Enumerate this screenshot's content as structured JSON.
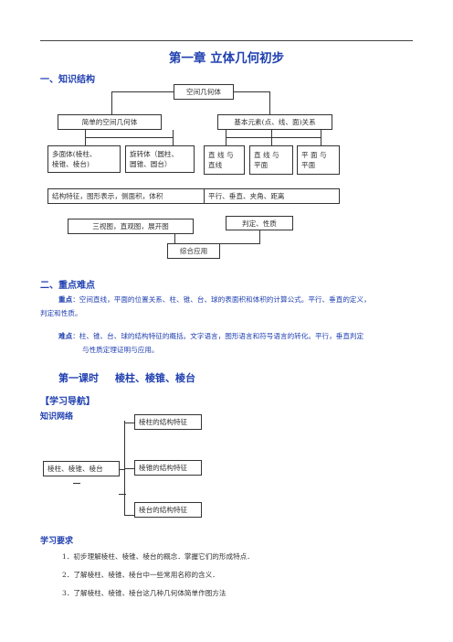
{
  "chapter_title": "第一章 立体几何初步",
  "section1": {
    "heading": "一、知识结构"
  },
  "structure": {
    "root": "空间几何体",
    "left": "简单的空间几何体",
    "right": "基本元素(点、线、面)关系",
    "poly": [
      "多面体(棱柱、",
      "棱锥、棱台)"
    ],
    "rot": [
      "旋转体（圆柱、",
      "圆锥、圆台）"
    ],
    "ll": [
      "直 线 与",
      "直线"
    ],
    "lp": [
      "直 线 与",
      "平面"
    ],
    "pp": [
      "平 面 与",
      "平面"
    ],
    "features": "结构特征，图形表示，侧面积，体积",
    "relations": "平行、垂直、夹角、距离",
    "views": "三视图，直观图，展开图",
    "judge": "判定、性质",
    "apply": "综合应用"
  },
  "section2": {
    "heading": "二、重点难点",
    "key_label": "重点",
    "key_text": "：空间直线，平面的位置关系、柱、锥、台、球的表面积和体积的计算公式。平行、垂直的定义，",
    "key_text2": "判定和性质。",
    "diff_label": "难点",
    "diff_text": "：柱、锥、台、球的结构特征的概括。文字语言，图形语言和符号语言的转化。平行，垂直判定",
    "diff_text2": "与性质定理证明与应用。"
  },
  "lesson": {
    "number": "第一课时",
    "name": "棱柱、棱锥、棱台"
  },
  "guide": {
    "heading": "【学习导航】",
    "network_label": "知识网络",
    "source": "棱柱、棱锥、棱台",
    "items": [
      "棱柱的结构特征",
      "棱锥的结构特征",
      "棱台的结构特征"
    ]
  },
  "requirements": {
    "heading": "学习要求",
    "items": [
      "1．初步理解棱柱、棱锥、棱台的概念．掌握它们的形成特点．",
      "2．了解棱柱、棱锥、棱台中一些常用名称的含义．",
      "3．了解棱柱、棱锥、棱台这几种几何体简单作图方法"
    ]
  }
}
